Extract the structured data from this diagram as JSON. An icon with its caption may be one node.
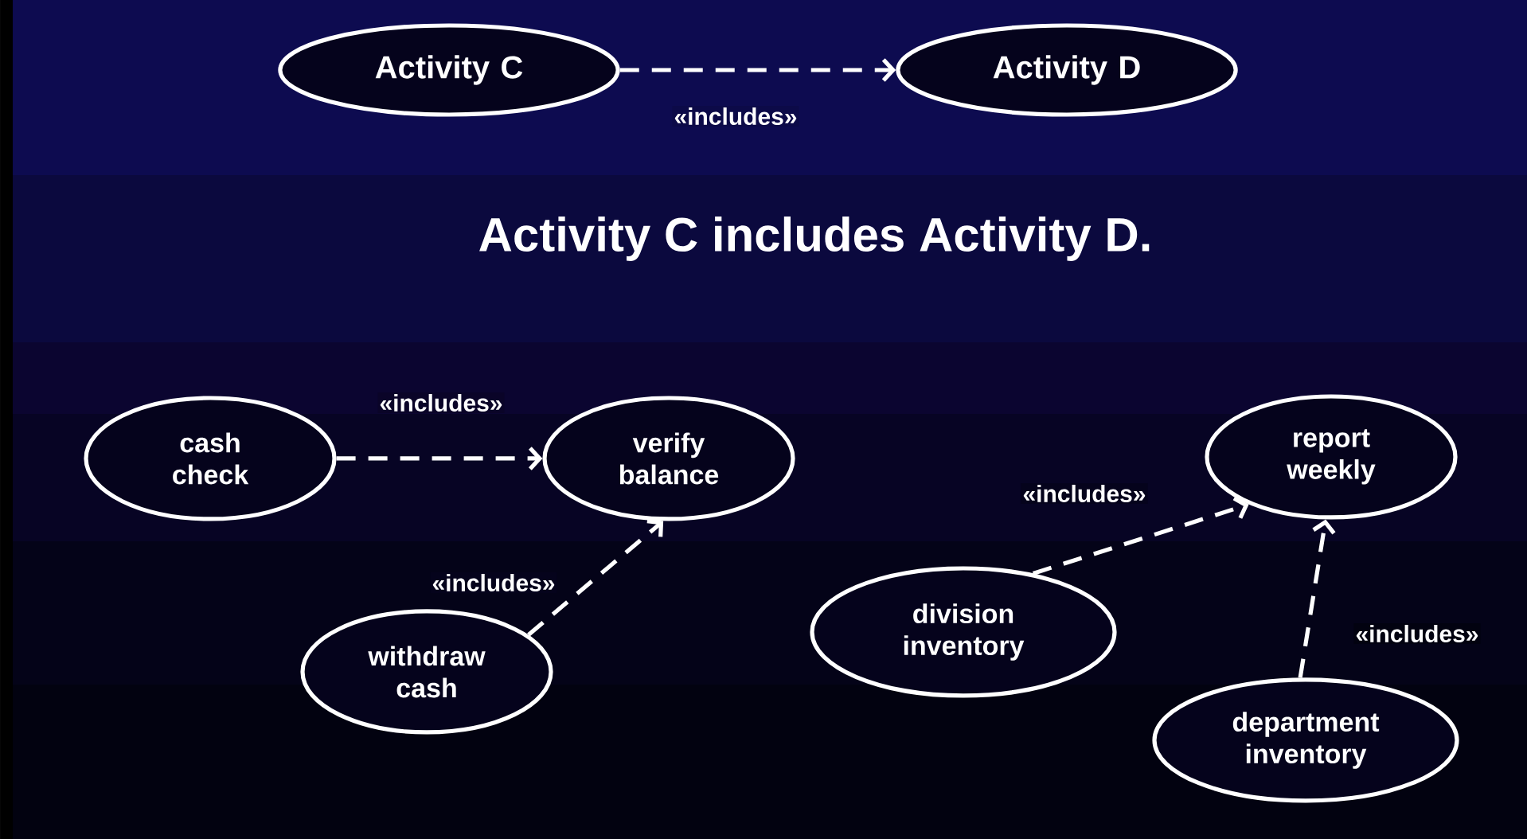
{
  "diagram": {
    "title": "Activity C includes Activity D.",
    "nodes": [
      {
        "text": [
          "Activity C"
        ]
      },
      {
        "text": [
          "Activity D"
        ]
      },
      {
        "text": [
          "cash check"
        ]
      },
      {
        "text": [
          "verify balance"
        ]
      },
      {
        "text": [
          "withdraw cash"
        ]
      },
      {
        "text": [
          "report weekly"
        ]
      },
      {
        "text": [
          "division inventory"
        ]
      },
      {
        "text": [
          "department inventory"
        ]
      }
    ],
    "edges": [
      {
        "from": 0,
        "to": 1,
        "arrow": "to",
        "style": "dashed",
        "label": "«includes»"
      },
      {
        "from": 2,
        "to": 3,
        "arrow": "to",
        "style": "dashed",
        "label": "«includes»"
      },
      {
        "from": 4,
        "to": 3,
        "arrow": "to",
        "style": "dashed",
        "label": "«includes»"
      },
      {
        "from": 6,
        "to": 5,
        "arrow": "to",
        "style": "dashed",
        "label": "«includes»"
      },
      {
        "from": 7,
        "to": 5,
        "arrow": "to",
        "style": "dashed",
        "label": "«includes»"
      }
    ]
  }
}
